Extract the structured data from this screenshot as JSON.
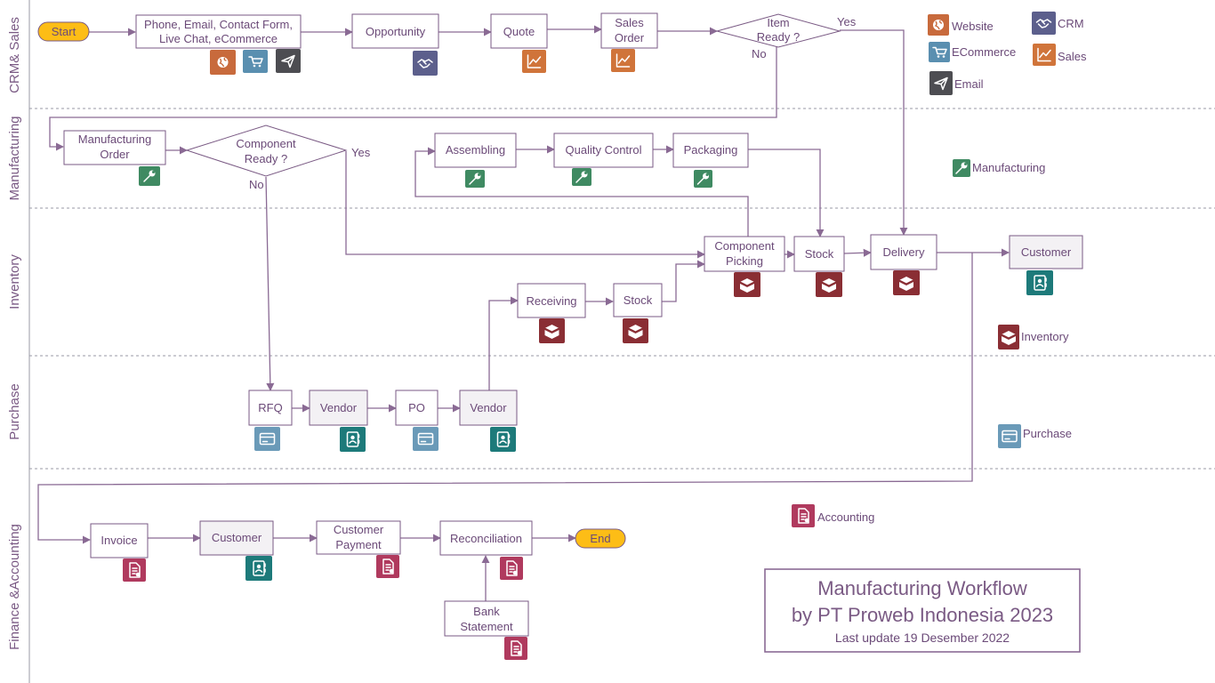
{
  "lanes": [
    {
      "id": "crm",
      "label": "CRM& Sales"
    },
    {
      "id": "mfg",
      "label": "Manufacturing"
    },
    {
      "id": "inv",
      "label": "Inventory"
    },
    {
      "id": "pur",
      "label": "Purchase"
    },
    {
      "id": "fin",
      "label": "Finance &Accounting"
    }
  ],
  "terminals": {
    "start": "Start",
    "end": "End"
  },
  "nodes": {
    "channels": [
      "Phone, Email, Contact Form,",
      "Live Chat, eCommerce"
    ],
    "opportunity": "Opportunity",
    "quote": "Quote",
    "sales_order": [
      "Sales",
      "Order"
    ],
    "item_ready": [
      "Item",
      "Ready ?"
    ],
    "manufacturing_order": [
      "Manufacturing",
      "Order"
    ],
    "component_ready": [
      "Component",
      "Ready ?"
    ],
    "assembling": "Assembling",
    "quality_control": "Quality Control",
    "packaging": "Packaging",
    "component_picking": [
      "Component",
      "Picking"
    ],
    "stock_top": "Stock",
    "delivery": "Delivery",
    "customer_inv": "Customer",
    "receiving": "Receiving",
    "stock_bottom": "Stock",
    "rfq": "RFQ",
    "vendor1": "Vendor",
    "po": "PO",
    "vendor2": "Vendor",
    "invoice": "Invoice",
    "customer_fin": "Customer",
    "customer_payment": [
      "Customer",
      "Payment"
    ],
    "reconciliation": "Reconciliation",
    "bank_statement": [
      "Bank",
      "Statement"
    ]
  },
  "decisions": {
    "yes": "Yes",
    "no": "No"
  },
  "legend": {
    "website": "Website",
    "crm": "CRM",
    "ecommerce": "ECommerce",
    "sales": "Sales",
    "email": "Email",
    "manufacturing": "Manufacturing",
    "inventory": "Inventory",
    "purchase": "Purchase",
    "accounting": "Accounting"
  },
  "title": {
    "line1": "Manufacturing Workflow",
    "line2": "by PT Proweb Indonesia 2023",
    "line3": "Last update 19 Desember 2022"
  },
  "colors": {
    "website": "#c86a3c",
    "ecommerce": "#5a8fb0",
    "email": "#4d4d52",
    "crm": "#5c5f8c",
    "sales": "#d0743a",
    "manufacturing": "#3f8a62",
    "inventory": "#8a2e34",
    "purchase": "#6a9ab8",
    "accounting": "#b03a5e",
    "contact": "#1d7a7a",
    "start_end": "#fdbd16"
  }
}
